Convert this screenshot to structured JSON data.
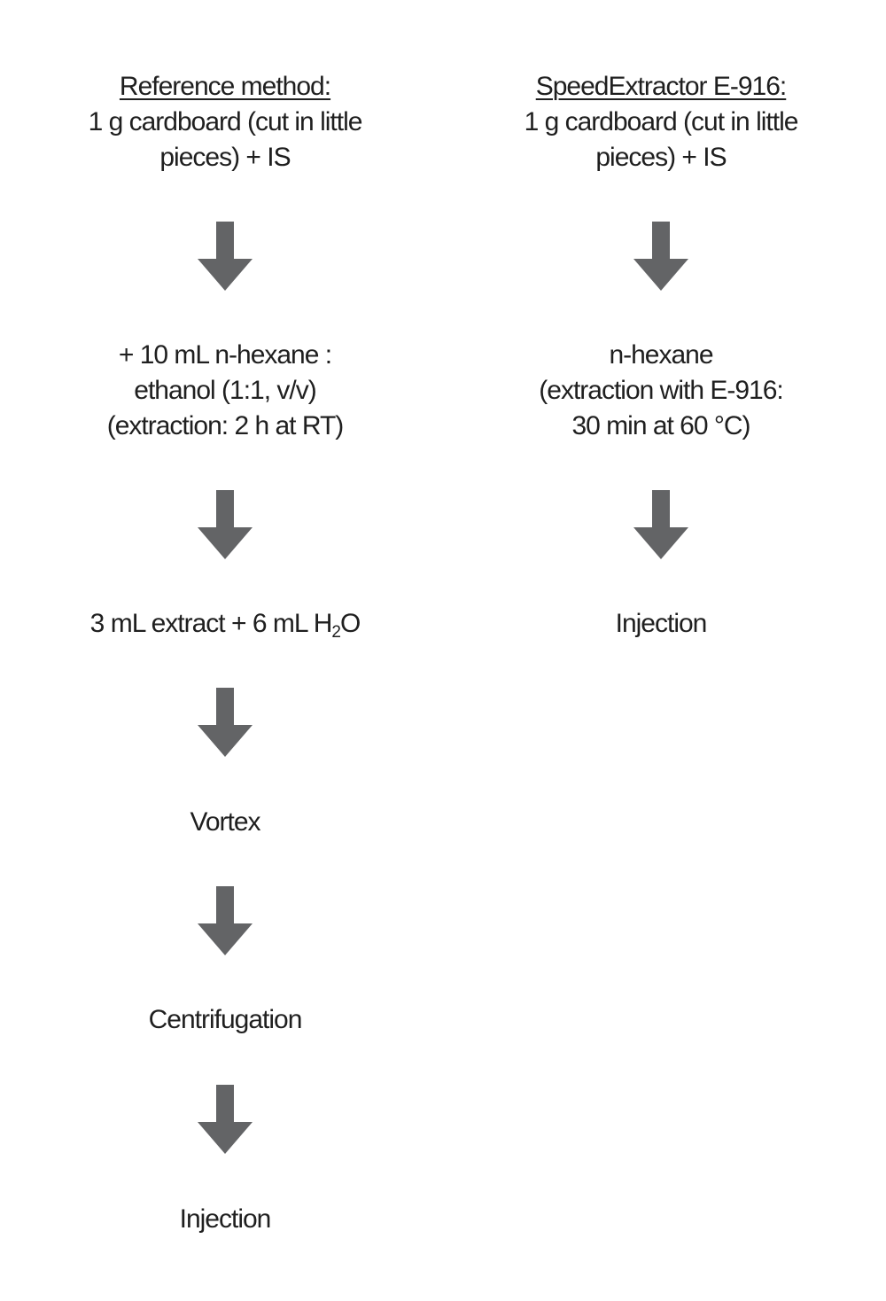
{
  "colors": {
    "arrow": "#636466",
    "text": "#1f1f1f"
  },
  "left": {
    "title": "Reference method:",
    "step1_line1": "1 g cardboard (cut in little",
    "step1_line2": "pieces) + IS",
    "step2_line1": "+ 10 mL n-hexane :",
    "step2_line2": "ethanol (1:1, v/v)",
    "step2_line3": "(extraction: 2 h at RT)",
    "step3_before_sub": "3 mL extract + 6 mL H",
    "step3_sub": "2",
    "step3_after_sub": "O",
    "step4": "Vortex",
    "step5": "Centrifugation",
    "step6": "Injection"
  },
  "right": {
    "title": "SpeedExtractor E-916:",
    "step1_line1": "1 g cardboard (cut in little",
    "step1_line2": "pieces) + IS",
    "step2_line1": "n-hexane",
    "step2_line2": "(extraction with E-916:",
    "step2_line3": "30 min at 60 °C)",
    "step3": "Injection"
  }
}
